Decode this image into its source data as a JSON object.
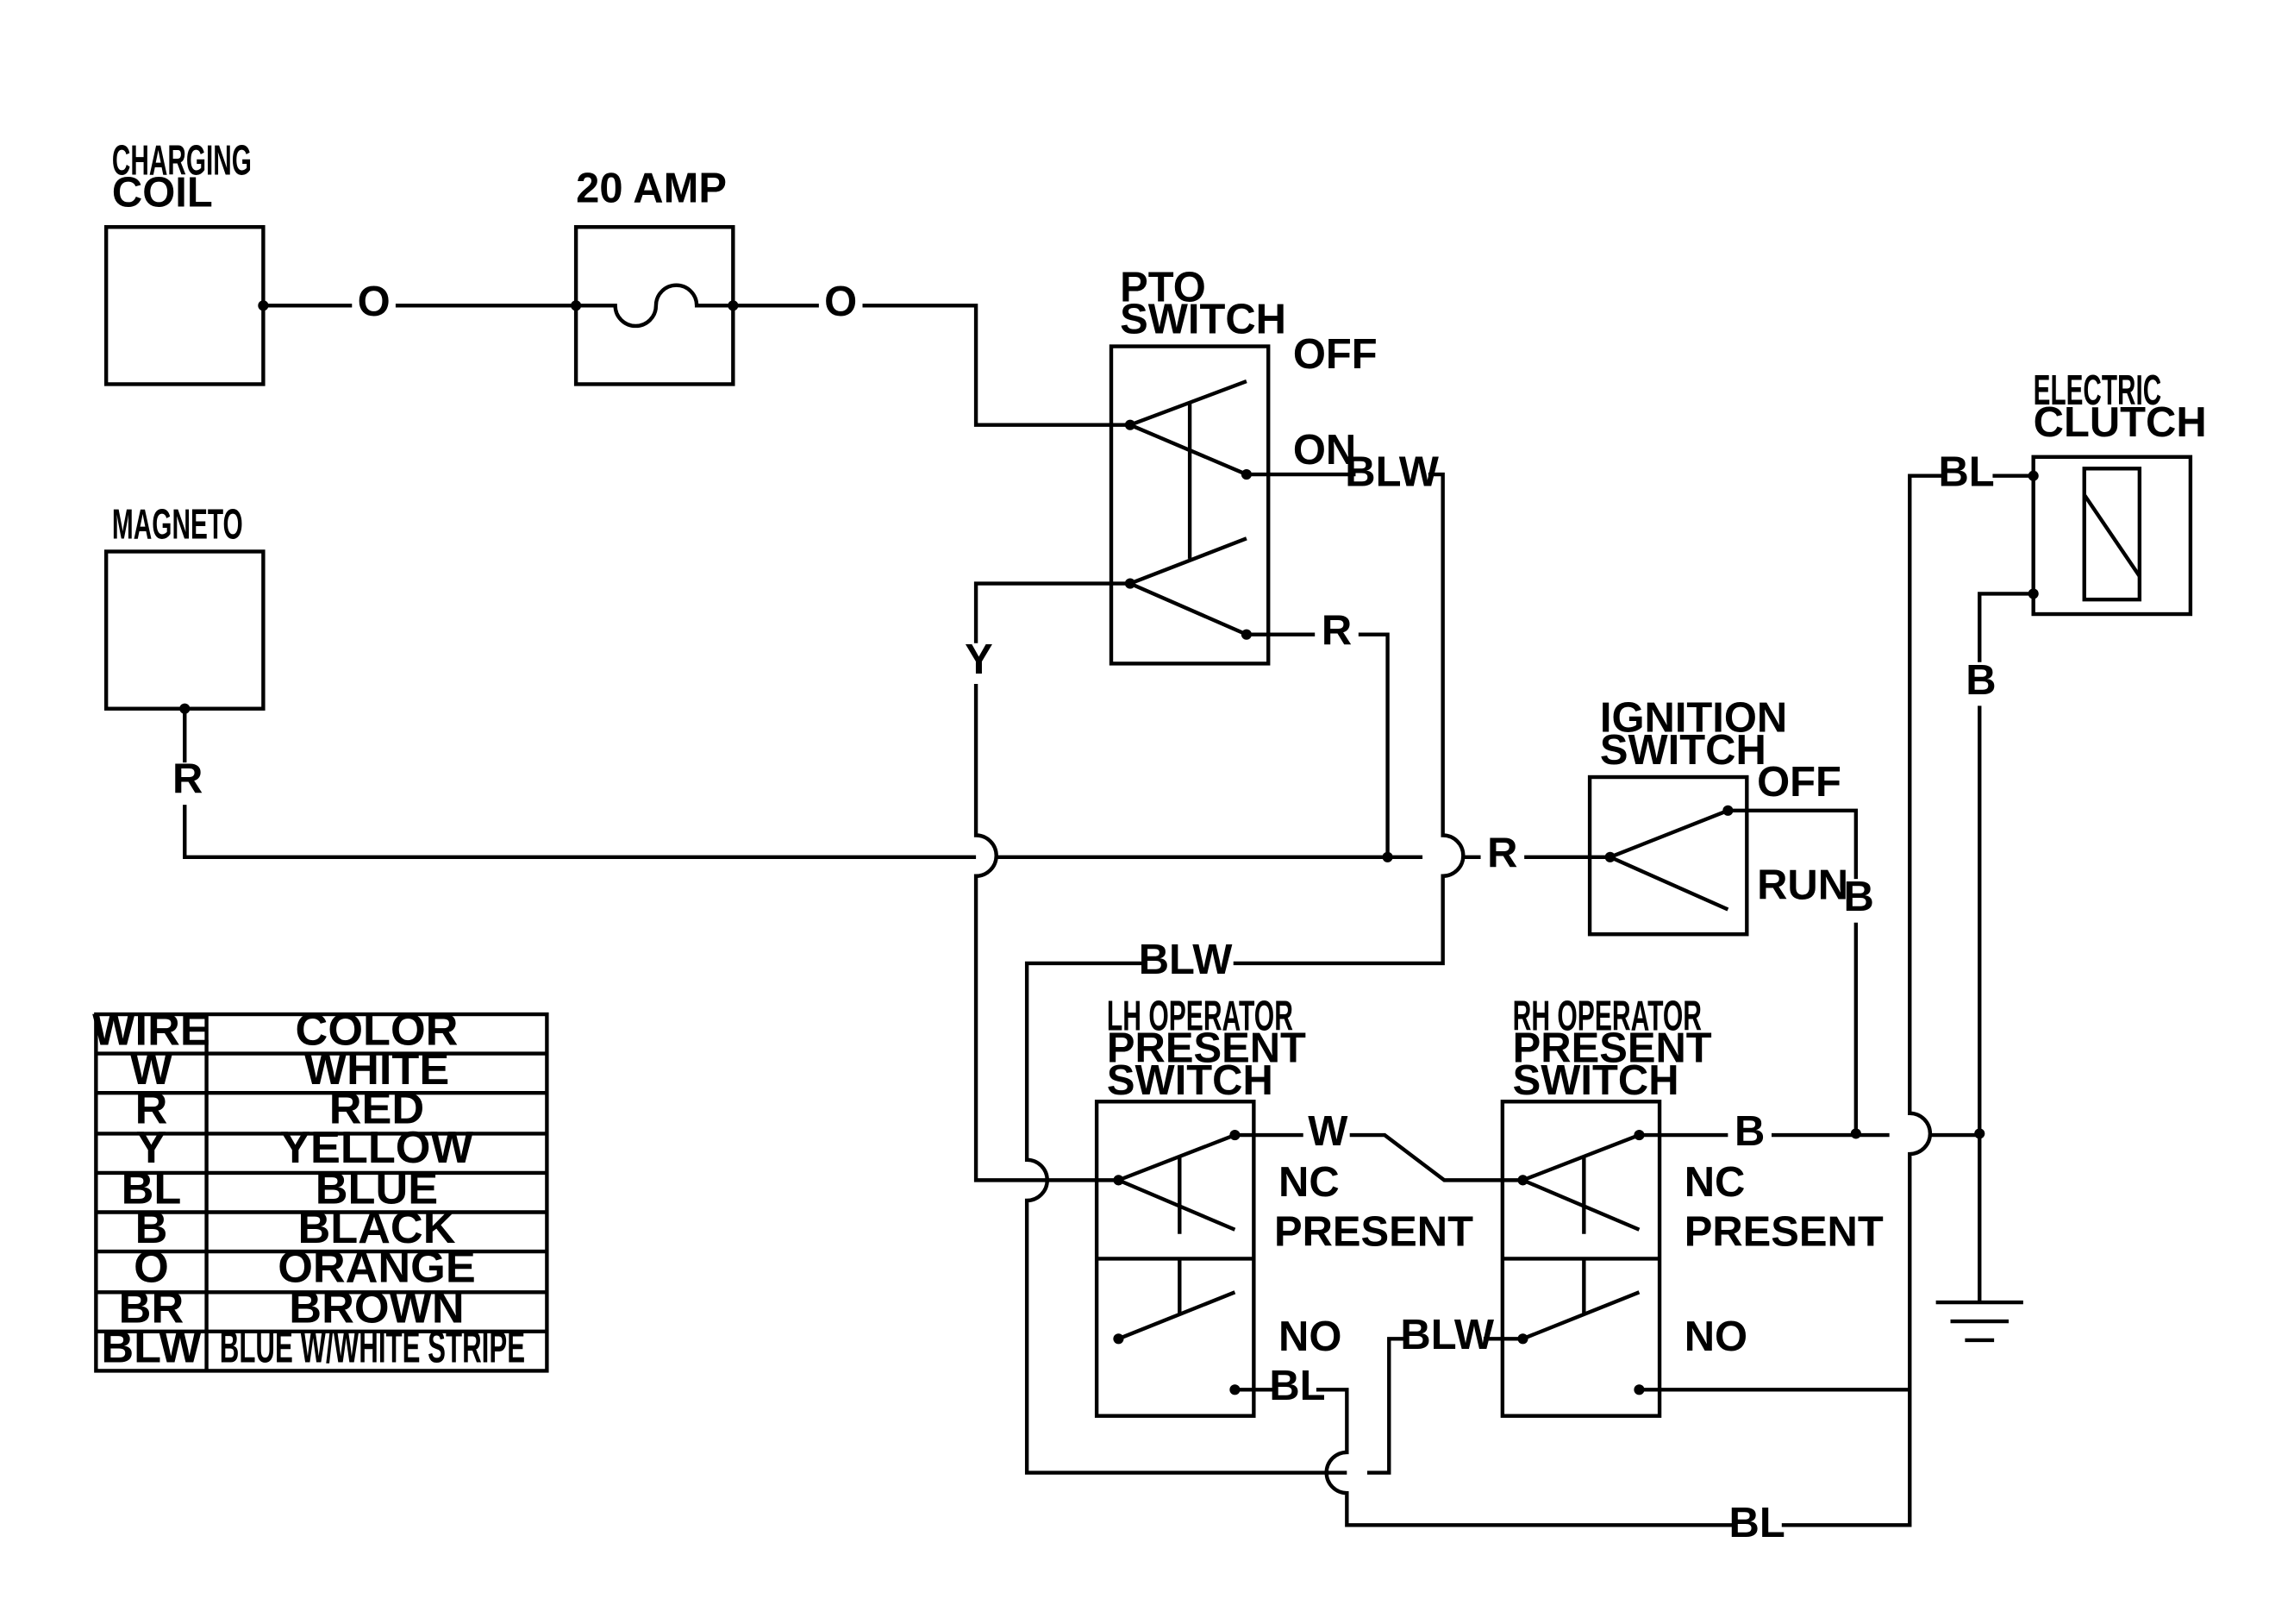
{
  "components": {
    "charging_coil": [
      "CHARGING",
      "COIL"
    ],
    "fuse": "20 AMP",
    "magneto": "MAGNETO",
    "pto_switch": [
      "PTO",
      "SWITCH"
    ],
    "electric_clutch": [
      "ELECTRIC",
      "CLUTCH"
    ],
    "ignition_switch": [
      "IGNITION",
      "SWITCH"
    ],
    "lh_switch": [
      "LH OPERATOR",
      "PRESENT",
      "SWITCH"
    ],
    "rh_switch": [
      "RH OPERATOR",
      "PRESENT",
      "SWITCH"
    ]
  },
  "positions": {
    "pto_off": "OFF",
    "pto_on": "ON",
    "ign_off": "OFF",
    "ign_run": "RUN",
    "lh_nc": "NC",
    "lh_present": "PRESENT",
    "lh_no": "NO",
    "rh_nc": "NC",
    "rh_present": "PRESENT",
    "rh_no": "NO"
  },
  "wires": {
    "coil_fuse": "O",
    "fuse_pto": "O",
    "pto_on_out": "BLW",
    "pto_r": "R",
    "pto_y": "Y",
    "magneto_r": "R",
    "main_r": "R",
    "blw_mid": "BLW",
    "ign_b": "B",
    "clutch_bl": "BL",
    "clutch_b": "B",
    "lh_w": "W",
    "rh_b": "B",
    "rh_blw": "BLW",
    "lh_bl": "BL",
    "bottom_bl": "BL"
  },
  "legend": {
    "headers": [
      "WIRE",
      "COLOR"
    ],
    "rows": [
      [
        "W",
        "WHITE"
      ],
      [
        "R",
        "RED"
      ],
      [
        "Y",
        "YELLOW"
      ],
      [
        "BL",
        "BLUE"
      ],
      [
        "B",
        "BLACK"
      ],
      [
        "O",
        "ORANGE"
      ],
      [
        "BR",
        "BROWN"
      ],
      [
        "BLW",
        "BLUE W/WHITE STRIPE"
      ]
    ]
  }
}
